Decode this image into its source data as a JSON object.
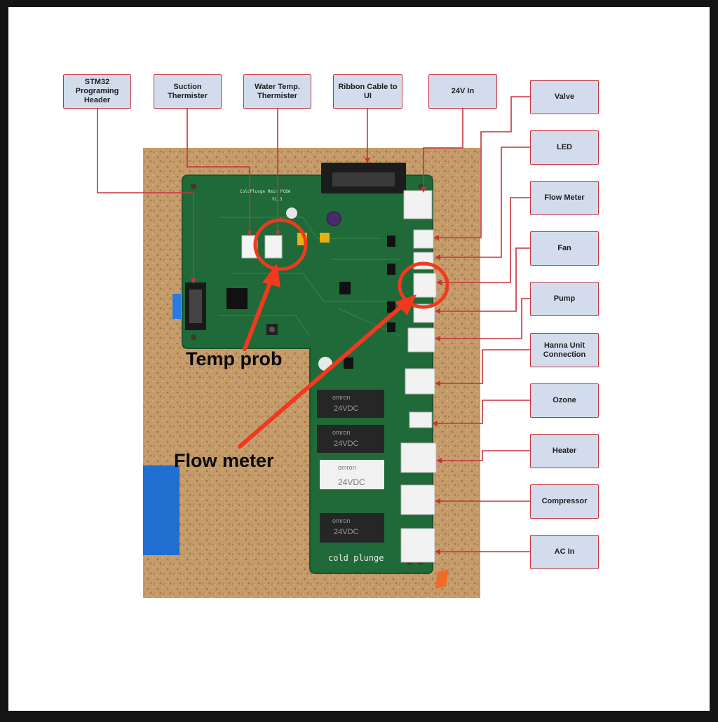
{
  "labels": {
    "stm32": "STM32\nPrograming\nHeader",
    "suction": "Suction\nThermister",
    "water_temp": "Water Temp.\nThermister",
    "ribbon": "Ribbon Cable to\nUI",
    "in_24v": "24V In",
    "valve": "Valve",
    "led": "LED",
    "flow_meter": "Flow Meter",
    "fan": "Fan",
    "pump": "Pump",
    "hanna": "Hanna Unit\nConnection",
    "ozone": "Ozone",
    "heater": "Heater",
    "compressor": "Compressor",
    "ac_in": "AC In"
  },
  "annotations": {
    "temp_probe": "Temp prob",
    "flow_meter": "Flow meter"
  },
  "board": {
    "silk_title": "ColdPlunge Main PCBA",
    "silk_version": "V1.3",
    "silk_bottom": "cold plunge",
    "relay_brand": "omron",
    "relay_voltage": "24VDC"
  },
  "colors": {
    "label_fill": "#d3dcec",
    "label_border": "#c8323c",
    "connector_line": "#c8323c",
    "annotation_red": "#f0391e",
    "pcb_green": "#1f6a38",
    "background": "#c59b6a"
  }
}
